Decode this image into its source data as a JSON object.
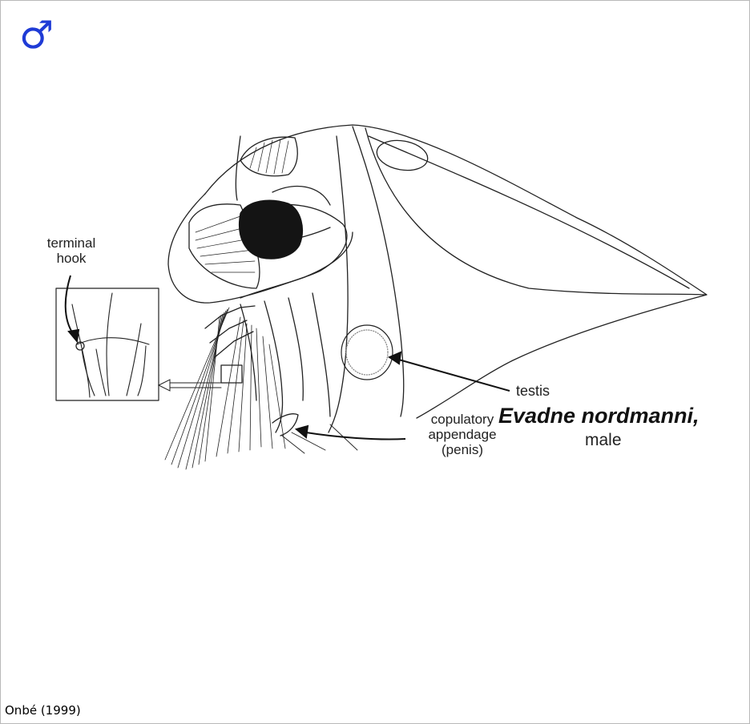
{
  "symbol": "♂",
  "labels": {
    "terminal_hook_line1": "terminal",
    "terminal_hook_line2": "hook",
    "testis": "testis",
    "copulatory_line1": "copulatory",
    "copulatory_line2": "appendage",
    "copulatory_line3": "(penis)",
    "species": "Evadne nordmanni,",
    "sex": "male"
  },
  "citation": "Onbé (1999)",
  "colors": {
    "symbol": "#1f3bd6",
    "ink": "#222222",
    "eye": "#141414",
    "border": "#b9b9b9"
  }
}
